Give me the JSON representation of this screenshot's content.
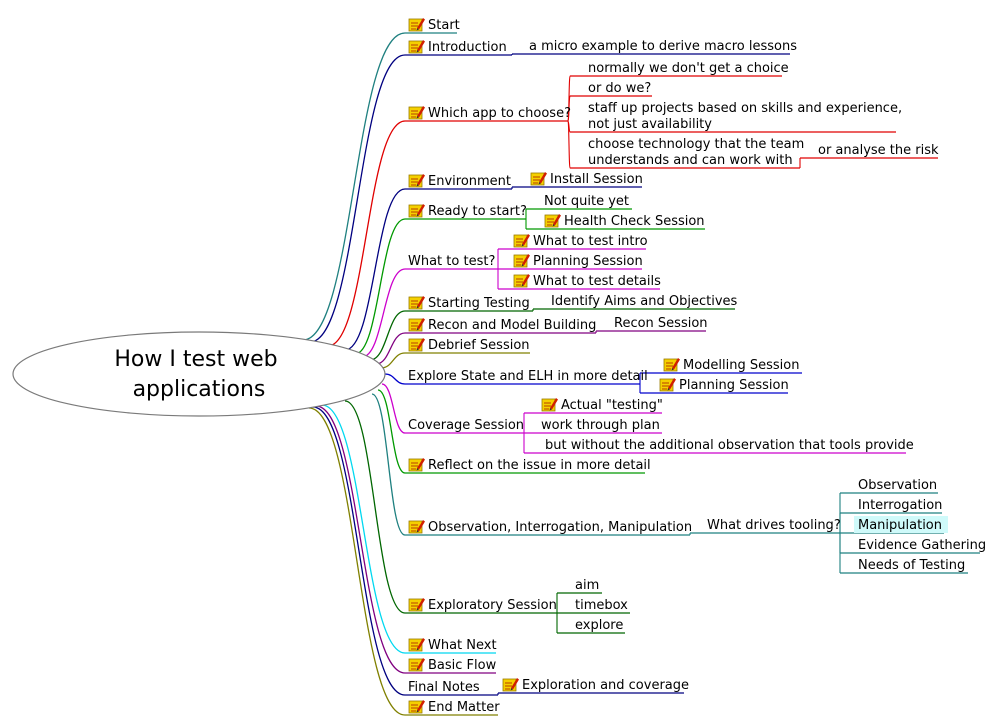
{
  "root": {
    "lines": [
      "How I test web",
      "applications"
    ]
  },
  "colors": {
    "teal": "#1f8080",
    "navy": "#000080",
    "red": "#e00000",
    "green": "#009900",
    "magenta": "#cc00cc",
    "darkgreen": "#006600",
    "olive": "#808000",
    "blue": "#0000cc",
    "cyan": "#00d8f0",
    "purple": "#800080",
    "highlight": "#cffafa"
  },
  "icon": "note-pencil-icon",
  "branches": [
    {
      "id": "start",
      "label": "Start",
      "icon": true,
      "color": "teal"
    },
    {
      "id": "introduction",
      "label": "Introduction",
      "icon": true,
      "color": "navy",
      "children": [
        {
          "id": "micro",
          "label": "a micro example to derive macro lessons"
        }
      ]
    },
    {
      "id": "which-app",
      "label": "Which app to choose?",
      "icon": true,
      "color": "red",
      "children": [
        {
          "id": "no-choice",
          "label": "normally we don't get a choice"
        },
        {
          "id": "or-do-we",
          "label": "or do we?"
        },
        {
          "id": "staff-up",
          "lines": [
            "staff up projects based on skills and experience,",
            "not just availability"
          ]
        },
        {
          "id": "choose-tech",
          "lines": [
            "choose technology that the team",
            "understands and can work with"
          ],
          "children": [
            {
              "id": "analyse-risk",
              "label": "or analyse the risk"
            }
          ]
        }
      ]
    },
    {
      "id": "environment",
      "label": "Environment",
      "icon": true,
      "color": "navy",
      "children": [
        {
          "id": "install-session",
          "label": "Install Session",
          "icon": true
        }
      ]
    },
    {
      "id": "ready",
      "label": "Ready to start?",
      "icon": true,
      "color": "green",
      "children": [
        {
          "id": "not-quite",
          "label": "Not quite yet"
        },
        {
          "id": "health-check",
          "label": "Health Check Session",
          "icon": true
        }
      ]
    },
    {
      "id": "what-to-test",
      "label": "What to test?",
      "color": "magenta",
      "children": [
        {
          "id": "wtt-intro",
          "label": "What to test intro",
          "icon": true
        },
        {
          "id": "planning-1",
          "label": "Planning Session",
          "icon": true
        },
        {
          "id": "wtt-details",
          "label": "What to test details",
          "icon": true
        }
      ]
    },
    {
      "id": "starting-testing",
      "label": "Starting Testing",
      "icon": true,
      "color": "darkgreen",
      "children": [
        {
          "id": "aims",
          "label": "Identify Aims and Objectives"
        }
      ]
    },
    {
      "id": "recon",
      "label": "Recon and Model Building",
      "icon": true,
      "color": "purple",
      "children": [
        {
          "id": "recon-session",
          "label": "Recon Session"
        }
      ]
    },
    {
      "id": "debrief",
      "label": "Debrief Session",
      "icon": true,
      "color": "olive"
    },
    {
      "id": "explore-state",
      "label": "Explore State and ELH in more detail",
      "color": "blue",
      "children": [
        {
          "id": "modelling",
          "label": "Modelling Session",
          "icon": true
        },
        {
          "id": "planning-2",
          "label": "Planning Session",
          "icon": true
        }
      ]
    },
    {
      "id": "coverage",
      "label": "Coverage Session",
      "color": "magenta",
      "children": [
        {
          "id": "actual-testing",
          "label": "Actual \"testing\"",
          "icon": true
        },
        {
          "id": "work-through",
          "label": "work through plan"
        },
        {
          "id": "without-obs",
          "label": "but without the additional observation that tools provide"
        }
      ]
    },
    {
      "id": "reflect",
      "label": "Reflect on the issue in more detail",
      "icon": true,
      "color": "green"
    },
    {
      "id": "obs-int-man",
      "label": "Observation, Interrogation, Manipulation",
      "icon": true,
      "color": "teal",
      "children": [
        {
          "id": "drives-tooling",
          "label": "What drives tooling?",
          "children": [
            {
              "id": "observation",
              "label": "Observation"
            },
            {
              "id": "interrogation",
              "label": "Interrogation"
            },
            {
              "id": "manipulation",
              "label": "Manipulation",
              "highlight": true
            },
            {
              "id": "evidence",
              "label": "Evidence Gathering"
            },
            {
              "id": "needs",
              "label": "Needs of Testing"
            }
          ]
        }
      ]
    },
    {
      "id": "exploratory",
      "label": "Exploratory Session",
      "icon": true,
      "color": "darkgreen",
      "children": [
        {
          "id": "aim",
          "label": "aim"
        },
        {
          "id": "timebox",
          "label": "timebox"
        },
        {
          "id": "explore",
          "label": "explore"
        }
      ]
    },
    {
      "id": "what-next",
      "label": "What Next",
      "icon": true,
      "color": "cyan"
    },
    {
      "id": "basic-flow",
      "label": "Basic Flow",
      "icon": true,
      "color": "purple"
    },
    {
      "id": "final-notes",
      "label": "Final Notes",
      "color": "navy",
      "children": [
        {
          "id": "exploration-coverage",
          "label": "Exploration and coverage",
          "icon": true
        }
      ]
    },
    {
      "id": "end-matter",
      "label": "End Matter",
      "icon": true,
      "color": "olive"
    }
  ]
}
